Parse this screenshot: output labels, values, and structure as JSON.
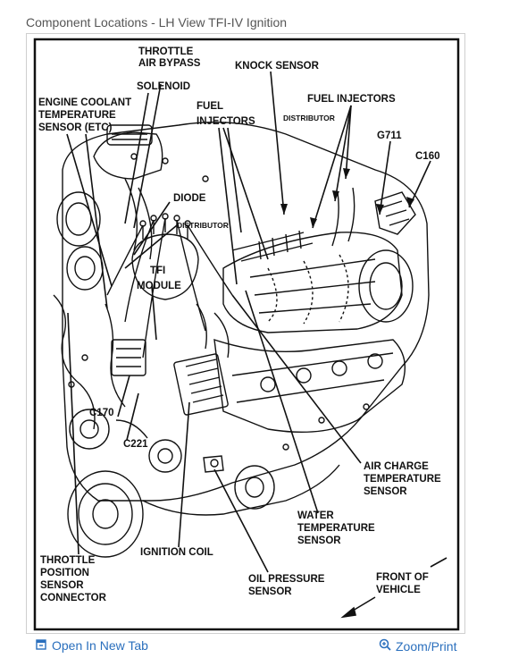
{
  "caption": "Component Locations - LH View TFI-IV Ignition",
  "labels": {
    "throttle_air_bypass": [
      "THROTTLE",
      "AIR BYPASS"
    ],
    "solenoid": "SOLENOID",
    "knock_sensor": "KNOCK SENSOR",
    "engine_coolant": [
      "ENGINE COOLANT",
      "TEMPERATURE",
      "SENSOR (ETC)"
    ],
    "fuel_injectors_left": [
      "FUEL",
      "INJECTORS"
    ],
    "distributor_top": "DISTRIBUTOR",
    "fuel_injectors_right": "FUEL INJECTORS",
    "g711": "G711",
    "c160": "C160",
    "diode": "DIODE",
    "distributor_mid": "DISTRIBUTOR",
    "tfi_module": [
      "TFI",
      "MODULE"
    ],
    "c170": "C170",
    "c221": "C221",
    "air_charge": [
      "AIR CHARGE",
      "TEMPERATURE",
      "SENSOR"
    ],
    "water_temp": [
      "WATER",
      "TEMPERATURE",
      "SENSOR"
    ],
    "ignition_coil": "IGNITION COIL",
    "throttle_position": [
      "THROTTLE",
      "POSITION",
      "SENSOR",
      "CONNECTOR"
    ],
    "oil_pressure": [
      "OIL PRESSURE",
      "SENSOR"
    ],
    "front_of_vehicle": [
      "FRONT OF",
      "VEHICLE"
    ]
  },
  "footer": {
    "open_tab": "Open In New Tab",
    "zoom": "Zoom/Print"
  },
  "colors": {
    "link": "#2a6fbd",
    "caption": "#555555",
    "line": "#111111"
  }
}
